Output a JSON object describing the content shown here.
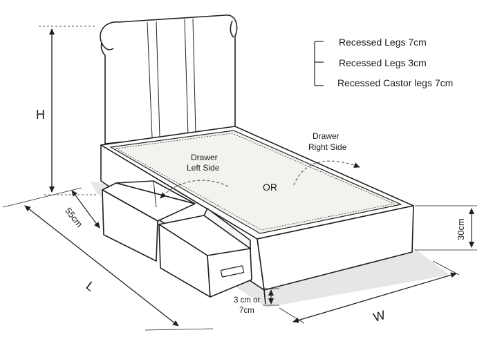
{
  "legend": {
    "items": [
      "Recessed Legs 7cm",
      "Recessed Legs 3cm",
      "Recessed Castor legs 7cm"
    ]
  },
  "labels": {
    "height": "H",
    "length": "L",
    "width": "W",
    "drawer_depth": "55cm",
    "base_height": "30cm",
    "leg_height_line1": "3 cm or",
    "leg_height_line2": "7cm",
    "drawer_left_line1": "Drawer",
    "drawer_left_line2": "Left Side",
    "drawer_right_line1": "Drawer",
    "drawer_right_line2": "Right Side",
    "or": "OR"
  },
  "colors": {
    "stroke": "#1f1f1f",
    "mattress_fill": "#f4f2ee",
    "shadow": "#e3e3e3",
    "paper": "#ffffff"
  }
}
